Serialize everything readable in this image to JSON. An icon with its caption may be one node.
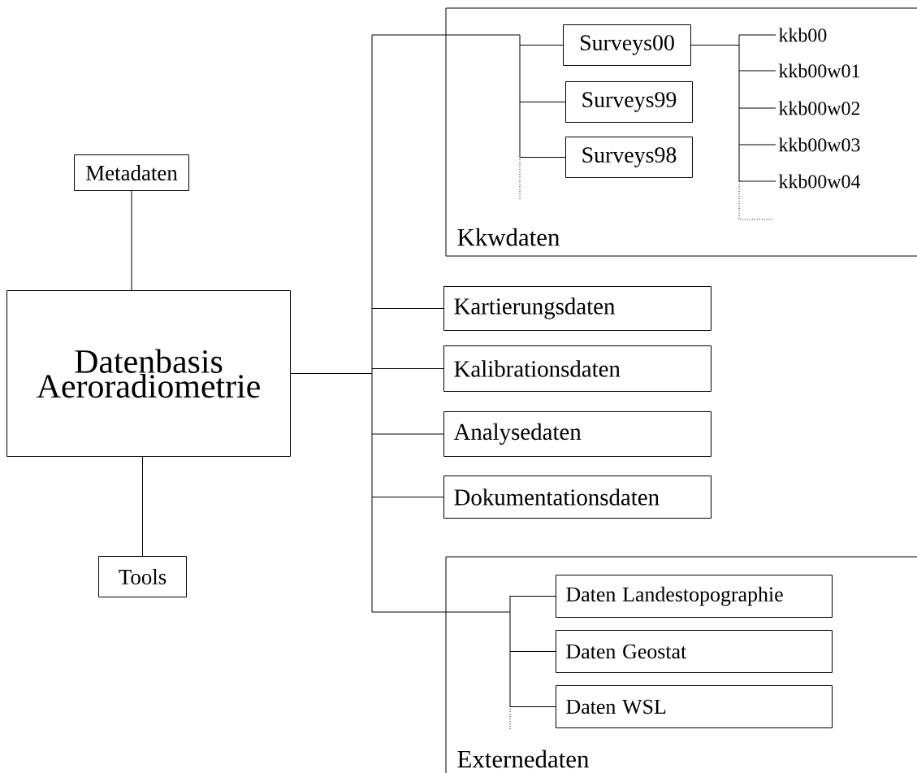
{
  "diagram": {
    "nodes": [
      {
        "text": [
          "Datenbasis Aeroradiometrie"
        ]
      },
      {
        "text": [
          "Metadaten"
        ]
      },
      {
        "text": [
          "Tools"
        ]
      },
      {
        "text": [
          "Kkwdaten"
        ]
      },
      {
        "text": [
          "Surveys00"
        ],
        "in": 3
      },
      {
        "text": [
          "Surveys99"
        ],
        "in": 3
      },
      {
        "text": [
          "Surveys98"
        ],
        "in": 3
      },
      {
        "text": [
          "kkb00"
        ],
        "in": 3
      },
      {
        "text": [
          "kkb00w01"
        ],
        "in": 3
      },
      {
        "text": [
          "kkb00w02"
        ],
        "in": 3
      },
      {
        "text": [
          "kkb00w03"
        ],
        "in": 3
      },
      {
        "text": [
          "kkb00w04"
        ],
        "in": 3
      },
      {
        "text": [
          "Kartierungsdaten"
        ]
      },
      {
        "text": [
          "Kalibrationsdaten"
        ]
      },
      {
        "text": [
          "Analysedaten"
        ]
      },
      {
        "text": [
          "Dokumentationsdaten"
        ]
      },
      {
        "text": [
          "Externedaten"
        ]
      },
      {
        "text": [
          "Daten Landestopographie"
        ],
        "in": 16
      },
      {
        "text": [
          "Daten Geostat"
        ],
        "in": 16
      },
      {
        "text": [
          "Daten WSL"
        ],
        "in": 16
      }
    ],
    "edges": [
      {
        "from": 0,
        "to": 1,
        "arrow": "none"
      },
      {
        "from": 0,
        "to": 2,
        "arrow": "none"
      },
      {
        "from": 0,
        "to": 4,
        "arrow": "none"
      },
      {
        "from": 0,
        "to": 5,
        "arrow": "none"
      },
      {
        "from": 0,
        "to": 6,
        "arrow": "none"
      },
      {
        "from": 4,
        "to": 7,
        "arrow": "none"
      },
      {
        "from": 4,
        "to": 8,
        "arrow": "none"
      },
      {
        "from": 4,
        "to": 9,
        "arrow": "none"
      },
      {
        "from": 4,
        "to": 10,
        "arrow": "none"
      },
      {
        "from": 4,
        "to": 11,
        "arrow": "none"
      },
      {
        "from": 0,
        "to": 12,
        "arrow": "none"
      },
      {
        "from": 0,
        "to": 13,
        "arrow": "none"
      },
      {
        "from": 0,
        "to": 14,
        "arrow": "none"
      },
      {
        "from": 0,
        "to": 15,
        "arrow": "none"
      },
      {
        "from": 0,
        "to": 17,
        "arrow": "none"
      },
      {
        "from": 0,
        "to": 18,
        "arrow": "none"
      },
      {
        "from": 0,
        "to": 19,
        "arrow": "none"
      }
    ]
  }
}
